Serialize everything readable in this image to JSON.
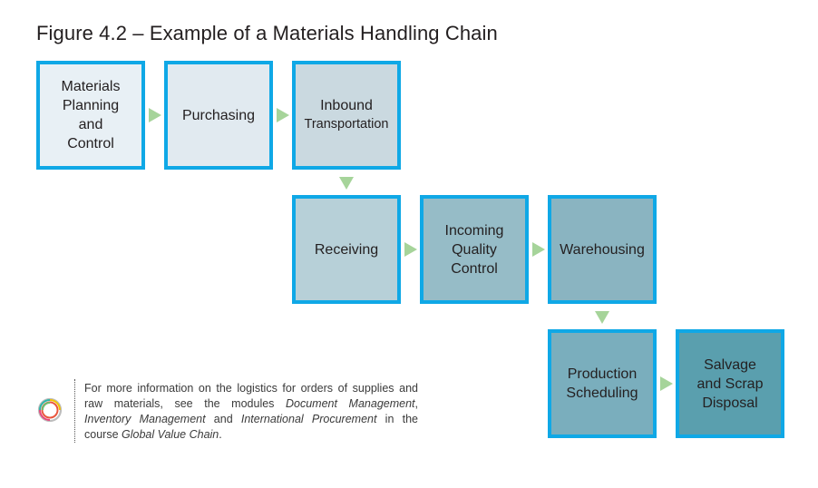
{
  "figure": {
    "title": "Figure 4.2 – Example of a Materials Handling Chain"
  },
  "steps": [
    {
      "id": "materials-planning",
      "lines": [
        "Materials",
        "Planning",
        "and",
        "Control"
      ],
      "fill": "#e8f0f5"
    },
    {
      "id": "purchasing",
      "lines": [
        "Purchasing"
      ],
      "fill": "#e1eaf0"
    },
    {
      "id": "inbound-transportation",
      "lines": [
        "Inbound",
        "Transportation"
      ],
      "fill": "#cad9e0"
    },
    {
      "id": "receiving",
      "lines": [
        "Receiving"
      ],
      "fill": "#b7d0d8"
    },
    {
      "id": "incoming-quality-control",
      "lines": [
        "Incoming",
        "Quality",
        "Control"
      ],
      "fill": "#96bcc7"
    },
    {
      "id": "warehousing",
      "lines": [
        "Warehousing"
      ],
      "fill": "#8ab4c1"
    },
    {
      "id": "production-scheduling",
      "lines": [
        "Production",
        "Scheduling"
      ],
      "fill": "#7aaebd"
    },
    {
      "id": "salvage-scrap-disposal",
      "lines": [
        "Salvage",
        "and Scrap",
        "Disposal"
      ],
      "fill": "#5a9fae"
    }
  ],
  "flow": [
    "materials-planning",
    "purchasing",
    "inbound-transportation",
    "receiving",
    "incoming-quality-control",
    "warehousing",
    "production-scheduling",
    "salvage-scrap-disposal"
  ],
  "colors": {
    "box_border": "#0fa8e6",
    "arrow": "#a6d49a"
  },
  "note": {
    "icon": "circular-rings-logo-icon",
    "parts": [
      {
        "text": "For more information on the logistics for orders of supplies and raw materials, see the modules ",
        "italic": false
      },
      {
        "text": "Document Management",
        "italic": true
      },
      {
        "text": ", ",
        "italic": false
      },
      {
        "text": "Inventory Management",
        "italic": true
      },
      {
        "text": " and ",
        "italic": false
      },
      {
        "text": "International Procurement",
        "italic": true
      },
      {
        "text": " in the course ",
        "italic": false
      },
      {
        "text": "Global Value Chain",
        "italic": true
      },
      {
        "text": ".",
        "italic": false
      }
    ]
  }
}
